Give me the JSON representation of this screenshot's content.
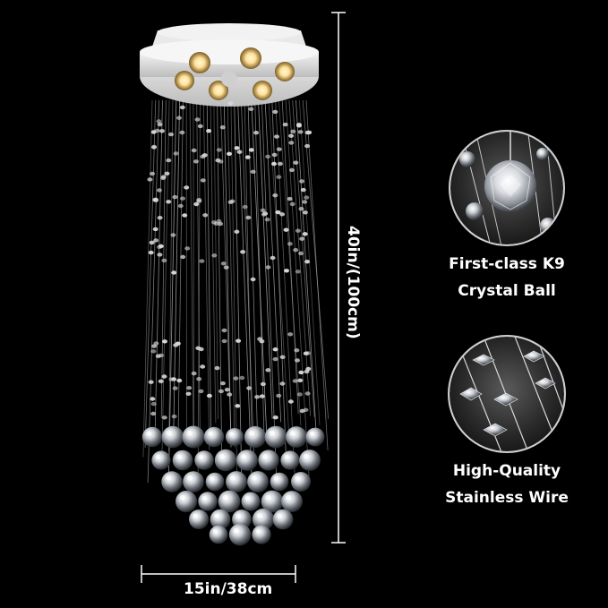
{
  "dimensions": {
    "height_label": "40in/(100cm)",
    "width_label": "15in/38cm"
  },
  "features": [
    {
      "line1": "First-class K9",
      "line2": "Crystal Ball",
      "icon": "crystal-ball-closeup-icon"
    },
    {
      "line1": "High-Quality",
      "line2": "Stainless Wire",
      "icon": "stainless-wire-closeup-icon"
    }
  ],
  "colors": {
    "background": "#000000",
    "text": "#ffffff",
    "canopy": "#e6e6e6",
    "light_glow": "#ffe9b0"
  }
}
